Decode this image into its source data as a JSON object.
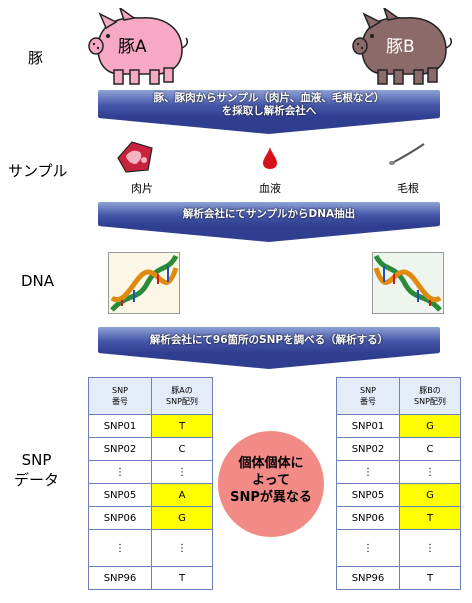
{
  "labels": {
    "pig": "豚",
    "sample": "サンプル",
    "dna": "DNA",
    "snp_line1": "SNP",
    "snp_line2": "データ"
  },
  "pigs": {
    "a": "豚A",
    "b": "豚B"
  },
  "arrows": {
    "step1_line1": "豚、豚肉からサンプル（肉片、血液、毛根など）",
    "step1_line2": "を採取し解析会社へ",
    "step2": "解析会社にてサンプルからDNA抽出",
    "step3": "解析会社にて96箇所のSNPを調べる（解析する）"
  },
  "samples": {
    "meat": "肉片",
    "blood": "血液",
    "hair": "毛根"
  },
  "table_a": {
    "header_id": "SNP\n番号",
    "header_val": "豚Aの\nSNP配列",
    "rows": [
      {
        "id": "SNP01",
        "val": "T"
      },
      {
        "id": "SNP02",
        "val": "C"
      },
      {
        "id": "⋮",
        "val": "⋮"
      },
      {
        "id": "SNP05",
        "val": "A"
      },
      {
        "id": "SNP06",
        "val": "G"
      },
      {
        "id": "⋮",
        "val": "⋮"
      },
      {
        "id": "SNP96",
        "val": "T"
      }
    ]
  },
  "table_b": {
    "header_id": "SNP\n番号",
    "header_val": "豚Bの\nSNP配列",
    "rows": [
      {
        "id": "SNP01",
        "val": "G"
      },
      {
        "id": "SNP02",
        "val": "C"
      },
      {
        "id": "⋮",
        "val": "⋮"
      },
      {
        "id": "SNP05",
        "val": "G"
      },
      {
        "id": "SNP06",
        "val": "T"
      },
      {
        "id": "⋮",
        "val": "⋮"
      },
      {
        "id": "SNP96",
        "val": "T"
      }
    ]
  },
  "center": {
    "line1": "個体個体に",
    "line2": "よって",
    "line3": "SNPが異なる"
  },
  "colors": {
    "pig_a": "#f7a8c4",
    "pig_b": "#8c6a6a",
    "arrow": "#3e4fa0",
    "highlight": "#ffff00",
    "circle": "#f28b86"
  }
}
